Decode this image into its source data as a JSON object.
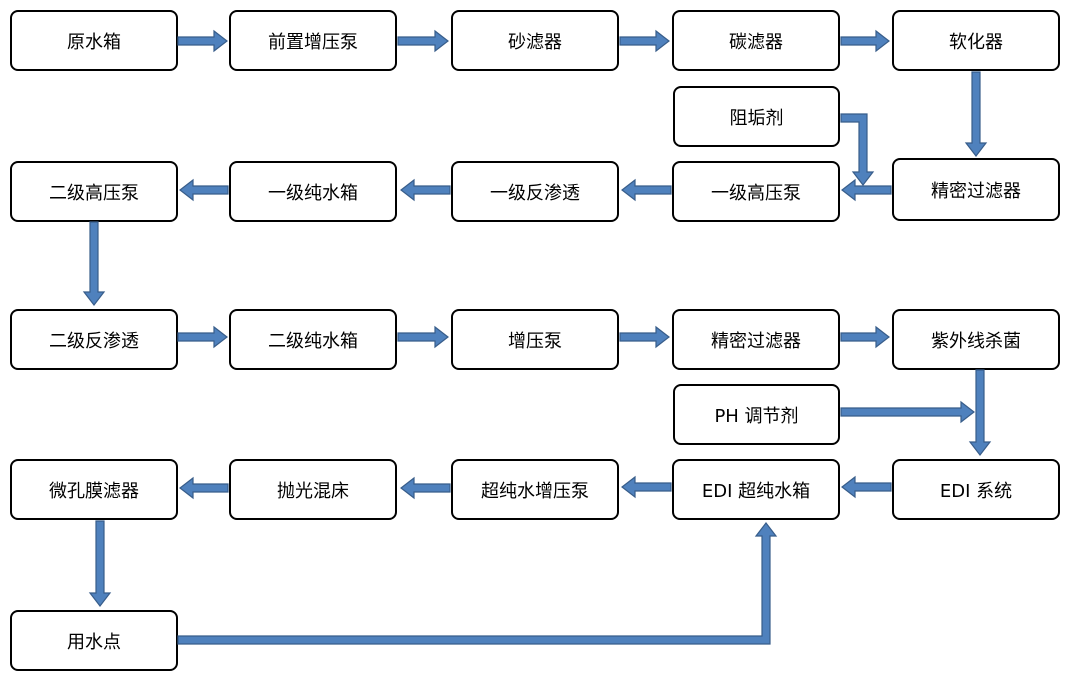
{
  "colors": {
    "arrow_fill": "#4F81BD",
    "arrow_stroke": "#385D8A",
    "box_border": "#000000",
    "text": "#000000"
  },
  "nodes": {
    "raw_water_tank": "原水箱",
    "pre_booster_pump": "前置增压泵",
    "sand_filter": "砂滤器",
    "carbon_filter": "碳滤器",
    "softener": "软化器",
    "antiscalant": "阻垢剂",
    "precision_filter_1": "精密过滤器",
    "primary_hp_pump": "一级高压泵",
    "primary_ro": "一级反渗透",
    "primary_pure_tank": "一级纯水箱",
    "secondary_hp_pump": "二级高压泵",
    "secondary_ro": "二级反渗透",
    "secondary_pure_tank": "二级纯水箱",
    "booster_pump": "增压泵",
    "precision_filter_2": "精密过滤器",
    "uv_sterilizer": "紫外线杀菌",
    "ph_regulator": "PH 调节剂",
    "edi_system": "EDI 系统",
    "edi_ultrapure_tank": "EDI 超纯水箱",
    "ultrapure_booster": "超纯水增压泵",
    "polishing_bed": "抛光混床",
    "microporous_filter": "微孔膜滤器",
    "point_of_use": "用水点"
  }
}
